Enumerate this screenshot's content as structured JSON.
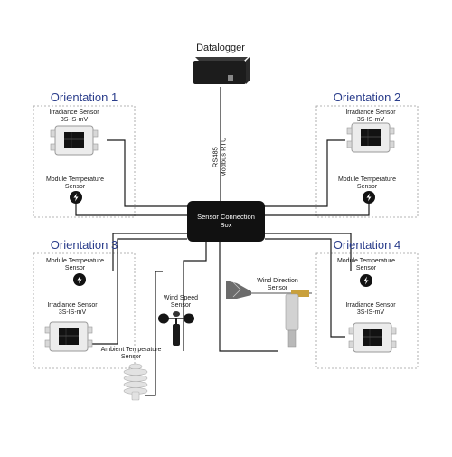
{
  "datalogger": "Datalogger",
  "link": {
    "line1": "RS485",
    "line2": "Modbus RTU"
  },
  "hub": {
    "line1": "Sensor Connection",
    "line2": "Box"
  },
  "groups": {
    "o1": {
      "title": "Orientation 1",
      "irr1": "Irradiance Sensor",
      "irr2": "3S-IS-mV",
      "temp1": "Module Temperature",
      "temp2": "Sensor"
    },
    "o2": {
      "title": "Orientation 2",
      "irr1": "Irradiance Sensor",
      "irr2": "3S-IS-mV",
      "temp1": "Module Temperature",
      "temp2": "Sensor"
    },
    "o3": {
      "title": "Orientation 3",
      "irr1": "Irradiance Sensor",
      "irr2": "3S-IS-mV",
      "temp1": "Module Temperature",
      "temp2": "Sensor"
    },
    "o4": {
      "title": "Orientation 4",
      "irr1": "Irradiance Sensor",
      "irr2": "3S-IS-mV",
      "temp1": "Module Temperature",
      "temp2": "Sensor"
    }
  },
  "wind_speed": {
    "line1": "Wind Speed",
    "line2": "Sensor"
  },
  "wind_direction": {
    "line1": "Wind Direction",
    "line2": "Sensor"
  },
  "ambient": {
    "line1": "Ambient Temperature",
    "line2": "Sensor"
  },
  "icons": {
    "datalogger": "datalogger-device-icon",
    "irradiance": "irradiance-sensor-icon",
    "module_temp": "lightning-sensor-icon",
    "wind_speed": "anemometer-icon",
    "wind_direction": "wind-vane-icon",
    "ambient": "radiation-shield-icon"
  },
  "colors": {
    "title": "#2b3e8c",
    "hub": "#111111",
    "wire": "#1a1a1a"
  }
}
